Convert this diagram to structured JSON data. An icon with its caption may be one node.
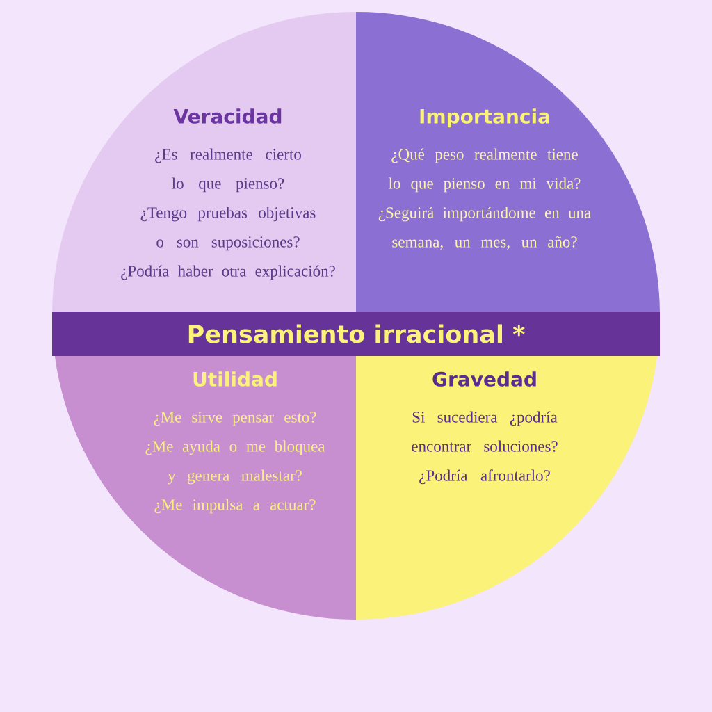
{
  "diagram": {
    "nodes": [
      {
        "text": [
          "Veracidad",
          "¿Es realmente cierto lo que pienso?",
          "¿Tengo pruebas objetivas o son suposiciones?",
          "¿Podría haber otra explicación?"
        ]
      },
      {
        "text": [
          "Importancia",
          "¿Qué peso realmente tiene lo que pienso en mi vida?",
          "¿Seguirá importándome en una semana, un mes, un año?"
        ]
      },
      {
        "text": [
          "Pensamiento irracional *"
        ]
      },
      {
        "text": [
          "Utilidad",
          "¿Me sirve pensar esto?",
          "¿Me ayuda o me bloquea y genera malestar?",
          "¿Me impulsa a actuar?"
        ]
      },
      {
        "text": [
          "Gravedad",
          "Si sucediera ¿podría encontrar soluciones?",
          "¿Podría afrontarlo?"
        ]
      }
    ]
  }
}
